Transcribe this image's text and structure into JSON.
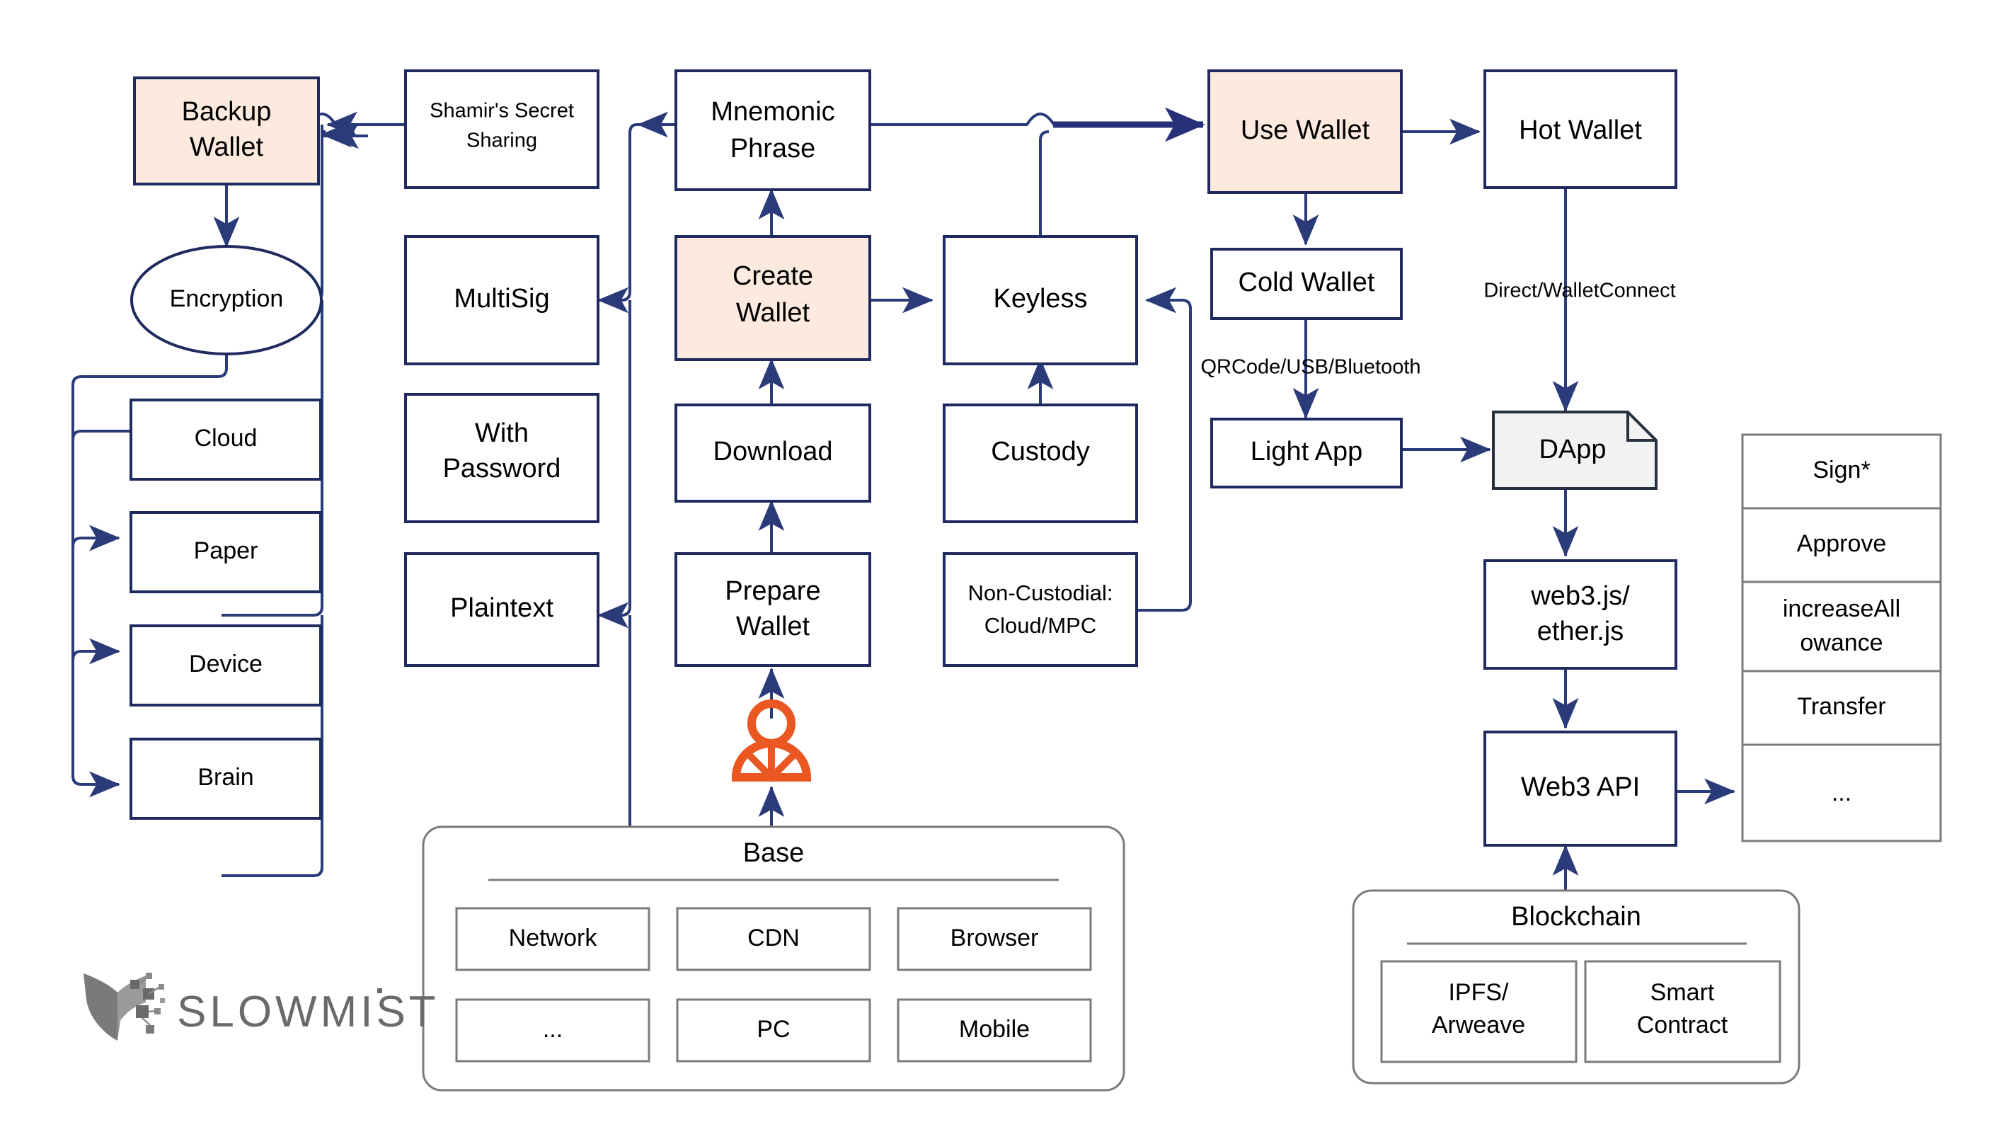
{
  "diagram": {
    "title": "Wallet Security Architecture Flow",
    "colors": {
      "edge": "#2b3a78",
      "box_stroke": "#1f2a5e",
      "highlight_fill": "#fceade",
      "note_fill": "#f2f2f2",
      "group_stroke": "#7b7b7b",
      "actor": "#ea5723",
      "logo_gray": "#6a6a6a"
    }
  },
  "nodes": {
    "backup_wallet": "Backup\nWallet",
    "backup_wallet_l1": "Backup",
    "backup_wallet_l2": "Wallet",
    "encryption": "Encryption",
    "cloud": "Cloud",
    "paper": "Paper",
    "device": "Device",
    "brain": "Brain",
    "shamir_l1": "Shamir's Secret",
    "shamir_l2": "Sharing",
    "multisig": "MultiSig",
    "with_password_l1": "With",
    "with_password_l2": "Password",
    "plaintext": "Plaintext",
    "mnemonic_l1": "Mnemonic",
    "mnemonic_l2": "Phrase",
    "create_wallet_l1": "Create",
    "create_wallet_l2": "Wallet",
    "download": "Download",
    "prepare_wallet_l1": "Prepare",
    "prepare_wallet_l2": "Wallet",
    "keyless": "Keyless",
    "custody": "Custody",
    "noncustodial_l1": "Non-Custodial:",
    "noncustodial_l2": "Cloud/MPC",
    "use_wallet": "Use Wallet",
    "hot_wallet": "Hot Wallet",
    "cold_wallet": "Cold Wallet",
    "light_app": "Light App",
    "dapp": "DApp",
    "web3js_l1": "web3.js/",
    "web3js_l2": "ether.js",
    "web3_api": "Web3 API"
  },
  "edge_labels": {
    "qrcode": "QRCode/USB/Bluetooth",
    "direct": "Direct/WalletConnect"
  },
  "base_group": {
    "title": "Base",
    "items": [
      "Network",
      "CDN",
      "Browser",
      "...",
      "PC",
      "Mobile"
    ]
  },
  "blockchain_group": {
    "title": "Blockchain",
    "items": [
      "IPFS/\nArweave",
      "Smart\nContract"
    ],
    "item1_l1": "IPFS/",
    "item1_l2": "Arweave",
    "item2_l1": "Smart",
    "item2_l2": "Contract"
  },
  "actions_table": {
    "rows": [
      {
        "label": "Sign*"
      },
      {
        "label": "Approve"
      },
      {
        "label_l1": "increaseAll",
        "label_l2": "owance",
        "label": "increaseAllowance"
      },
      {
        "label": "Transfer"
      },
      {
        "label": "..."
      }
    ]
  },
  "branding": {
    "logo_text": "SLOWMIST",
    "logo_icon": "shield-icon"
  },
  "actor": {
    "name": "user-actor-icon"
  }
}
